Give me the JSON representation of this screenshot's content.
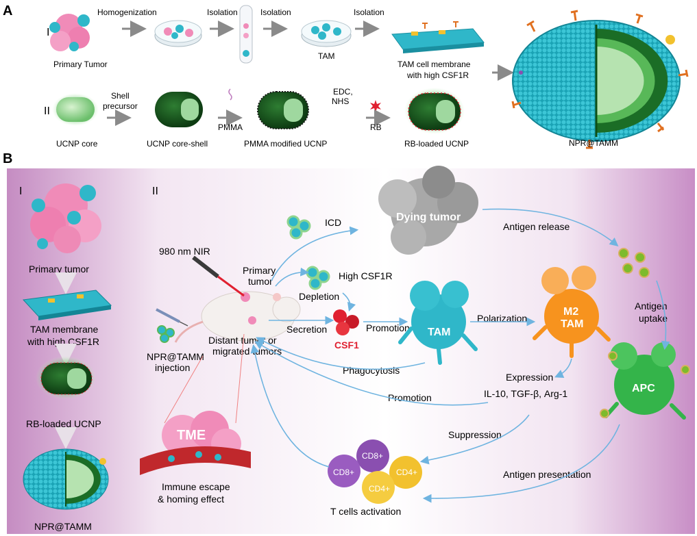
{
  "panel_a": {
    "label": "A",
    "row1": {
      "roman": "I",
      "steps": [
        "Homogenization",
        "Isolation",
        "Isolation",
        "Isolation"
      ],
      "primary_tumor": "Primary Tumor",
      "tam": "TAM",
      "membrane_line1": "TAM cell membrane",
      "membrane_line2": "with high CSF1R"
    },
    "row2": {
      "roman": "II",
      "ucnp_core": "UCNP core",
      "shell_line1": "Shell",
      "shell_line2": "precursor",
      "core_shell": "UCNP core-shell",
      "pmma": "PMMA",
      "pmma_ucnp": "PMMA modified UCNP",
      "edc": "EDC,",
      "nhs": "NHS",
      "rb": "RB",
      "rb_ucnp": "RB-loaded UCNP"
    },
    "product": "NPR@TAMM"
  },
  "panel_b": {
    "label": "B",
    "col1": {
      "roman": "I",
      "primary_tumor": "Primary tumor",
      "membrane_line1": "TAM membrane",
      "membrane_line2": "with high CSF1R",
      "rb_ucnp": "RB-loaded UCNP",
      "product": "NPR@TAMM"
    },
    "col2": {
      "roman": "II",
      "nir": "980 nm NIR",
      "primary_line1": "Primary",
      "primary_line2": "tumor",
      "injection_line1": "NPR@TAMM",
      "injection_line2": "injection",
      "distant_line1": "Distant tumor or",
      "distant_line2": "migrated tumors",
      "tme": "TME",
      "escape_line1": "Immune escape",
      "escape_line2": "& homing effect",
      "icd": "ICD",
      "high_csf1r": "High CSF1R",
      "depletion": "Depletion",
      "secretion": "Secretion",
      "csf1": "CSF1",
      "promotion1": "Promotion",
      "tam": "TAM",
      "polarization": "Polarization",
      "m2": "M2",
      "m2_tam": "TAM",
      "phagocytosis": "Phagocytosis",
      "dying": "Dying tumor",
      "antigen_release": "Antigen release",
      "antigen_line1": "Antigen",
      "antigen_line2": "uptake",
      "apc": "APC",
      "expression": "Expression",
      "cytokines": "IL-10, TGF-β, Arg-1",
      "promotion2": "Promotion",
      "suppression": "Suppression",
      "presentation": "Antigen presentation",
      "cd8a": "CD8+",
      "cd8b": "CD8+",
      "cd4a": "CD4+",
      "cd4b": "CD4+",
      "tcells": "T cells activation"
    }
  },
  "colors": {
    "tam_cyan": "#2fb7c9",
    "tumor_pink": "#f08bb8",
    "ucnp_green": "#3aa84a",
    "m2_orange": "#f7931e",
    "apc_green": "#34b44a",
    "arrow_blue": "#6fb4e0",
    "csf1_red": "#e02030",
    "cd8_purple": "#8a4fb0",
    "cd4_yellow": "#f2c12e"
  }
}
